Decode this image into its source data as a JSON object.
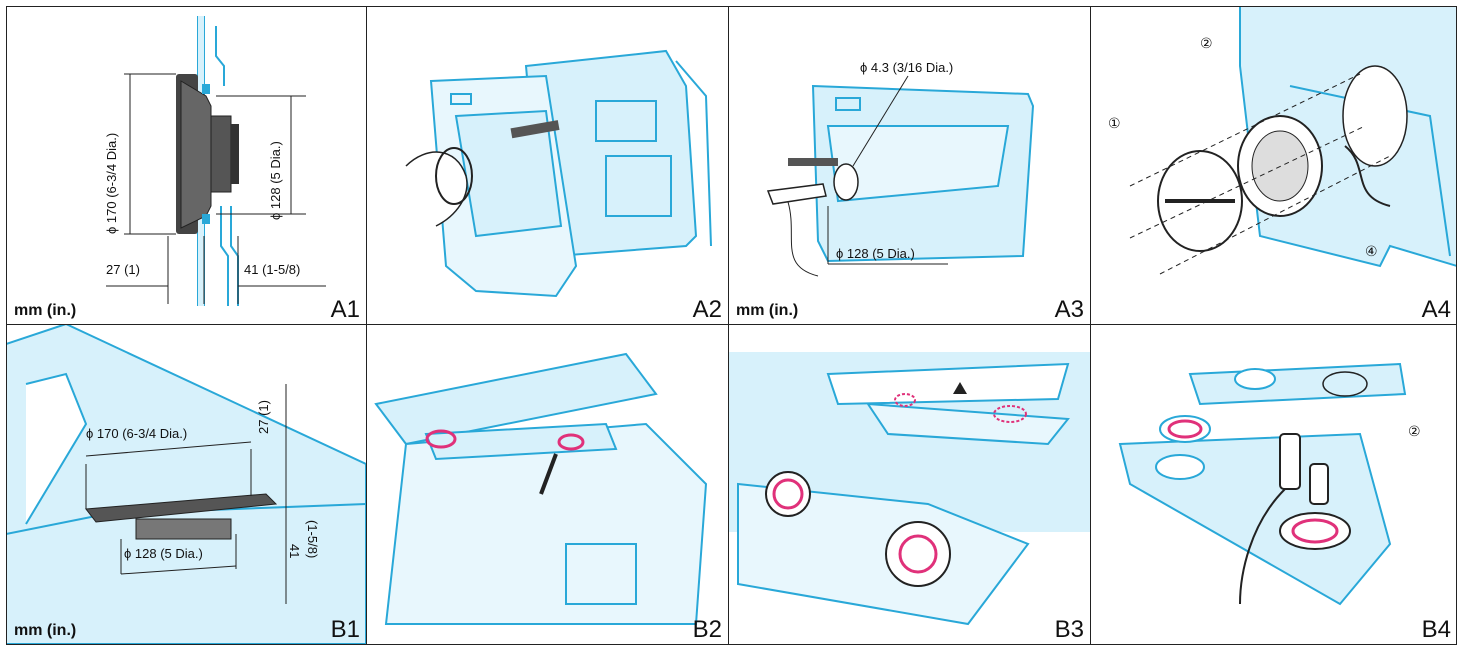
{
  "unit_label": "mm (in.)",
  "panels": {
    "a1": {
      "label": "A1",
      "dia_outer": "ϕ 170 (6-3/4 Dia.)",
      "dia_inner": "ϕ 128 (5 Dia.)",
      "depth_front": "27 (1)",
      "depth_back": "41 (1-5/8)"
    },
    "a2": {
      "label": "A2"
    },
    "a3": {
      "label": "A3",
      "hole": "ϕ 4.3 (3/16 Dia.)",
      "cutout": "ϕ 128 (5 Dia.)"
    },
    "a4": {
      "label": "A4",
      "callout_1": "①",
      "callout_2": "②",
      "callout_4": "④"
    },
    "b1": {
      "label": "B1",
      "dia_outer": "ϕ 170 (6-3/4 Dia.)",
      "dia_inner": "ϕ 128 (5 Dia.)",
      "depth_front": "27 (1)",
      "depth_back_a": "41",
      "depth_back_b": "(1-5/8)"
    },
    "b2": {
      "label": "B2"
    },
    "b3": {
      "label": "B3"
    },
    "b4": {
      "label": "B4",
      "callout_2": "②"
    }
  },
  "colors": {
    "line": "#29a8d8",
    "fill": "#d7f1fb",
    "accent": "#e0317a",
    "frame": "#222222"
  }
}
